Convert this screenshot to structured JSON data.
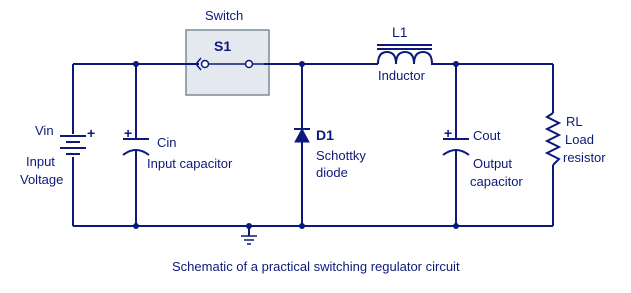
{
  "switch": {
    "title": "Switch",
    "designator": "S1"
  },
  "inductor": {
    "designator": "L1",
    "name": "Inductor"
  },
  "source": {
    "designator": "Vin",
    "polarity": "+",
    "desc_line1": "Input",
    "desc_line2": "Voltage"
  },
  "input_cap": {
    "designator": "Cin",
    "polarity": "+",
    "desc": "Input capacitor"
  },
  "diode": {
    "designator": "D1",
    "desc_line1": "Schottky",
    "desc_line2": "diode"
  },
  "output_cap": {
    "designator": "Cout",
    "polarity": "+",
    "desc_line1": "Output",
    "desc_line2": "capacitor"
  },
  "load": {
    "designator": "RL",
    "desc_line1": "Load",
    "desc_line2": "resistor"
  },
  "caption": "Schematic of a practical switching regulator circuit",
  "colors": {
    "ink": "#0b1a7a",
    "switch_fill": "#e4e9ef",
    "switch_border": "#7c8a97"
  }
}
